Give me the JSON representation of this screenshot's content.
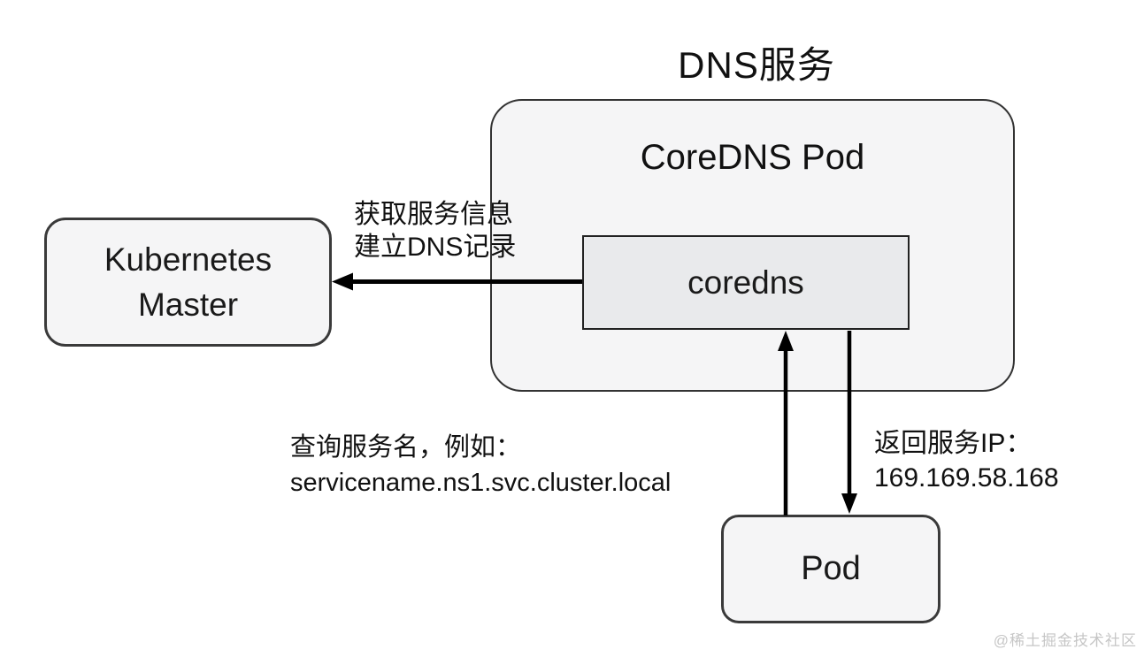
{
  "diagram": {
    "title": "DNS服务",
    "watermark": "@稀土掘金技术社区",
    "colors": {
      "background": "#ffffff",
      "container_fill": "#f5f5f6",
      "inner_box_fill": "#e9eaec",
      "border": "#333333",
      "arrow": "#000000",
      "watermark_text": "#c6c6c6"
    },
    "nodes": {
      "coredns_pod_container": {
        "label": "CoreDNS Pod"
      },
      "coredns": {
        "label": "coredns"
      },
      "kubernetes_master": {
        "label": "Kubernetes Master"
      },
      "pod": {
        "label": "Pod"
      }
    },
    "edges": {
      "coredns_to_master": {
        "direction": "coredns -> Kubernetes Master",
        "label_line1": "获取服务信息",
        "label_line2": "建立DNS记录"
      },
      "pod_to_coredns": {
        "direction": "Pod -> coredns",
        "label_line1": "查询服务名，例如：",
        "label_line2": "servicename.ns1.svc.cluster.local"
      },
      "coredns_to_pod": {
        "direction": "coredns -> Pod",
        "label_line1": "返回服务IP：",
        "label_line2": "169.169.58.168"
      }
    }
  }
}
